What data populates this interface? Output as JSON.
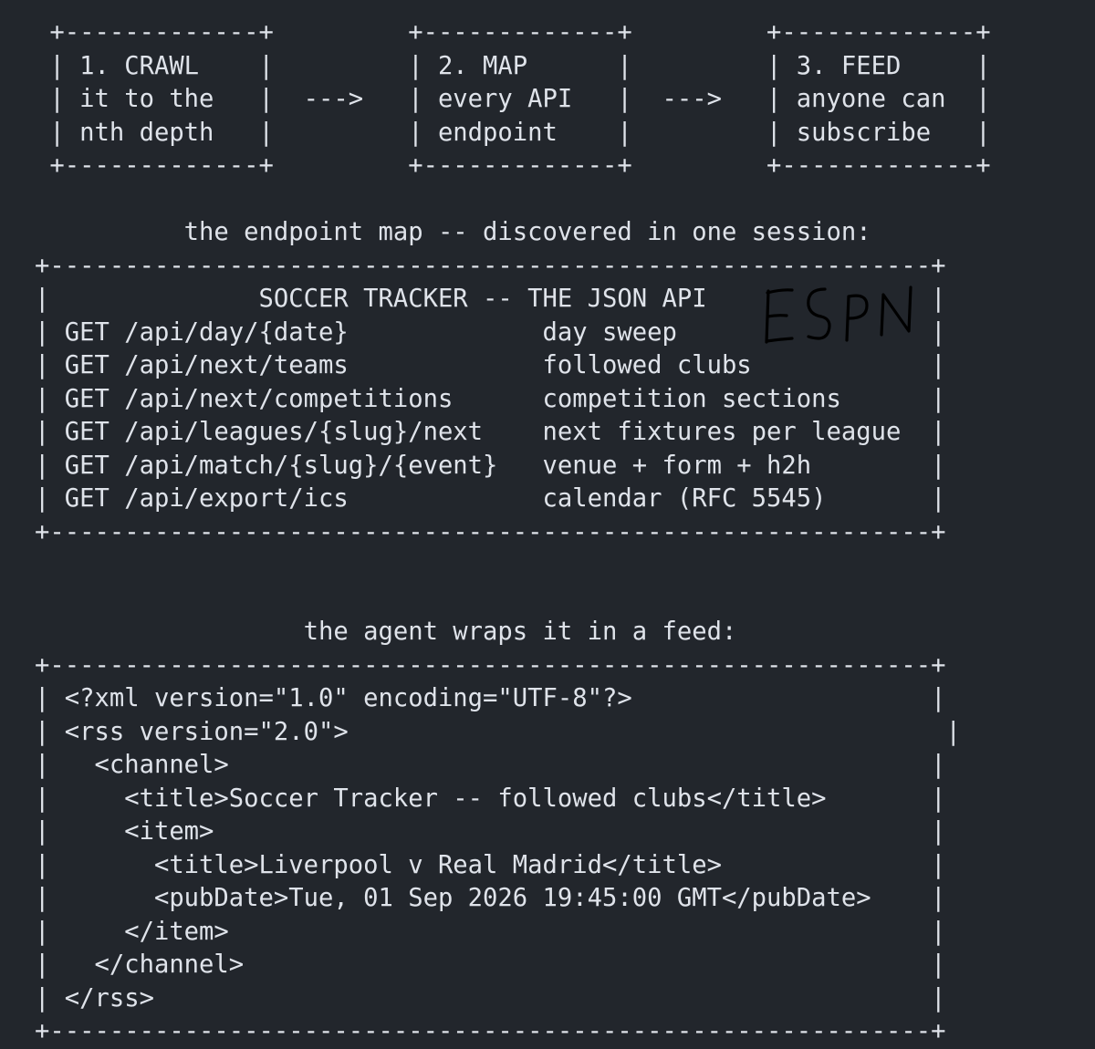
{
  "diagram": {
    "lines": [
      " +-------------+         +-------------+         +-------------+",
      " | 1. CRAWL    |         | 2. MAP      |         | 3. FEED     |",
      " | it to the   |  --->   | every API   |  --->   | anyone can  |",
      " | nth depth   |         | endpoint    |         | subscribe   |",
      " +-------------+         +-------------+         +-------------+",
      "",
      "          the endpoint map -- discovered in one session:",
      "+-----------------------------------------------------------+",
      "|              SOCCER TRACKER -- THE JSON API               |",
      "| GET /api/day/{date}             day sweep                 |",
      "| GET /api/next/teams             followed clubs            |",
      "| GET /api/next/competitions      competition sections      |",
      "| GET /api/leagues/{slug}/next    next fixtures per league  |",
      "| GET /api/match/{slug}/{event}   venue + form + h2h        |",
      "| GET /api/export/ics             calendar (RFC 5545)       |",
      "+-----------------------------------------------------------+",
      "",
      "",
      "                  the agent wraps it in a feed:",
      "+-----------------------------------------------------------+",
      "| <?xml version=\"1.0\" encoding=\"UTF-8\"?>                    |",
      "| <rss version=\"2.0\">                                        |",
      "|   <channel>                                               |",
      "|     <title>Soccer Tracker -- followed clubs</title>       |",
      "|     <item>                                                |",
      "|       <title>Liverpool v Real Madrid</title>              |",
      "|       <pubDate>Tue, 01 Sep 2026 19:45:00 GMT</pubDate>    |",
      "|     </item>                                               |",
      "|   </channel>                                              |",
      "| </rss>                                                    |",
      "+-----------------------------------------------------------+"
    ]
  },
  "handwritten_note": {
    "text": "ESPN",
    "color": "#000000"
  },
  "colors": {
    "background": "#22262c",
    "text": "#dfe3ea",
    "frame": "#b4bac4"
  }
}
